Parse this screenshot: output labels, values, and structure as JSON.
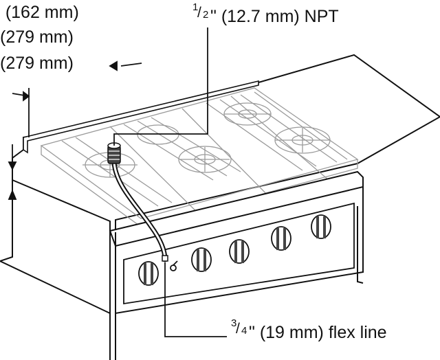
{
  "labels": {
    "dim_162": "\" (162 mm)",
    "dim_279_a": "(279 mm)",
    "dim_279_b": "(279 mm)",
    "npt_num": "1",
    "npt_den": "2",
    "npt_text": "\" (12.7 mm)  NPT",
    "flex_num": "3",
    "flex_den": "4",
    "flex_text": "\" (19 mm) flex line"
  },
  "colors": {
    "ink": "#111111",
    "burners_faint": "#9a9a9a",
    "panel": "#ffffff",
    "knob_shade": "#444444"
  }
}
